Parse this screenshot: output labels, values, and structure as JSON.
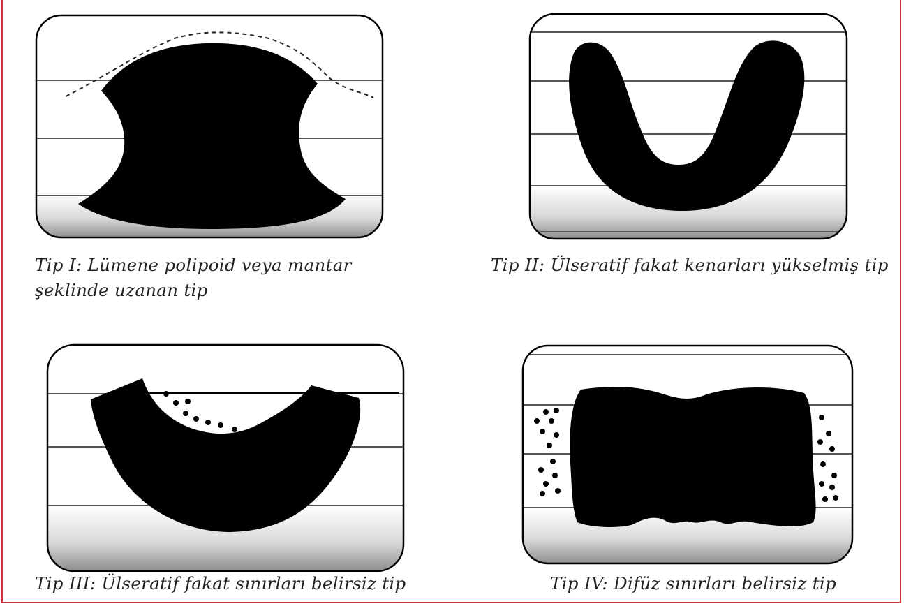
{
  "figure": {
    "accent_color": "#c8343a",
    "panels": [
      {
        "id": "tip-1",
        "caption": "Tip I: Lümene polipoid veya mantar şeklinde uzanan tip"
      },
      {
        "id": "tip-2",
        "caption": "Tip II: Ülseratif fakat kenarları yükselmiş tip"
      },
      {
        "id": "tip-3",
        "caption": "Tip III: Ülseratif fakat sınırları belirsiz tip"
      },
      {
        "id": "tip-4",
        "caption": "Tip IV: Difüz sınırları belirsiz tip"
      }
    ]
  }
}
